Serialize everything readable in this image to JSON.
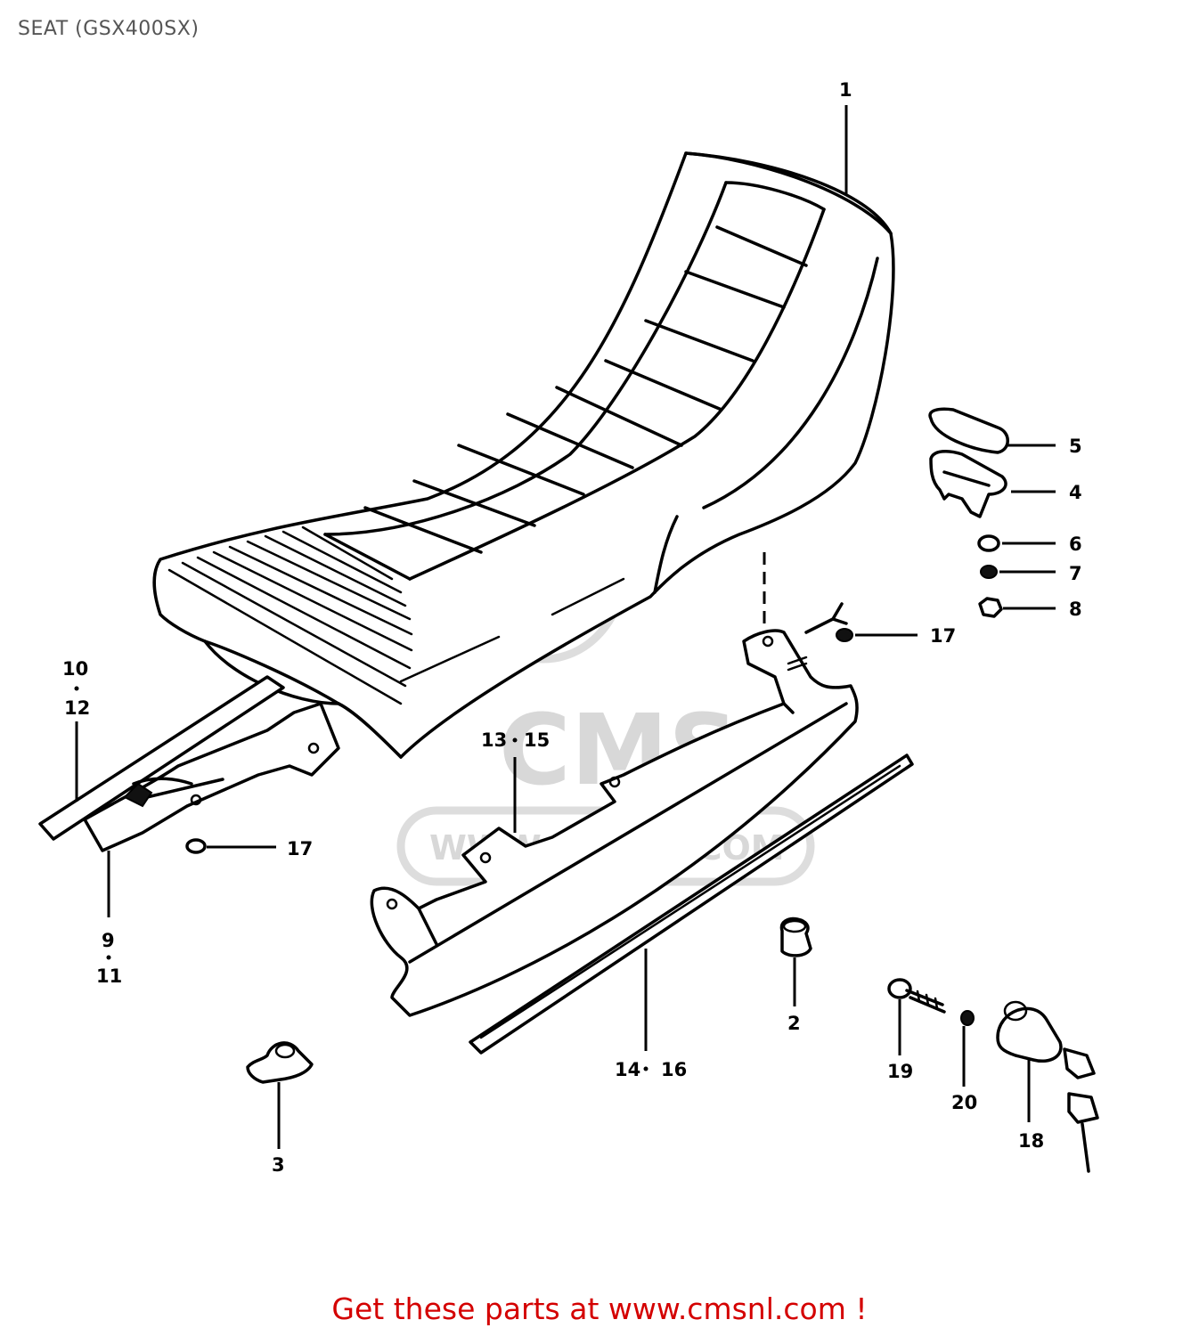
{
  "header": {
    "title": "SEAT (GSX400SX)"
  },
  "callouts": {
    "c1": "1",
    "c2": "2",
    "c3": "3",
    "c4": "4",
    "c5": "5",
    "c6": "6",
    "c7": "7",
    "c8": "8",
    "c9": "9",
    "c11": "11",
    "c10": "10",
    "c12": "12",
    "c17a": "17",
    "c17b": "17",
    "c13": "13",
    "c15": "15",
    "c14": "14",
    "c16": "16",
    "c18": "18",
    "c19": "19",
    "c20": "20"
  },
  "watermark": {
    "logo": "CMS",
    "url": "WWW.CMSNL.COM"
  },
  "footer": {
    "link_text": "Get these parts at www.cmsnl.com !",
    "color": "#d40000"
  }
}
